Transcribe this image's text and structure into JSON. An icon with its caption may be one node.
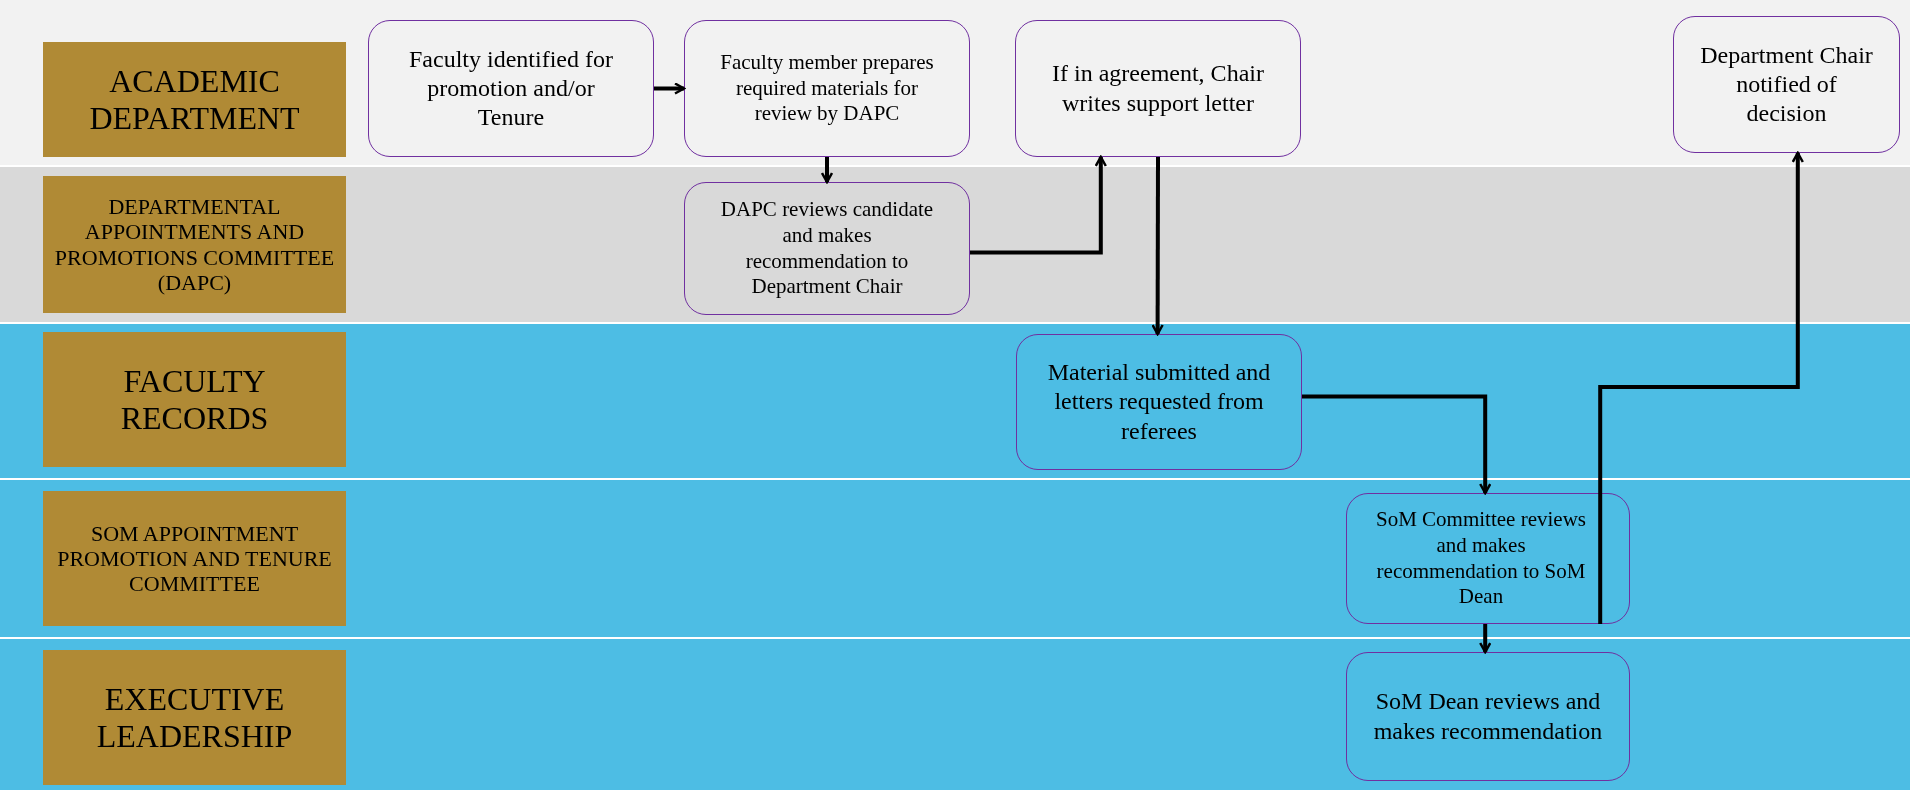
{
  "diagram": {
    "nodes": [
      {
        "text": [
          "ACADEMIC DEPARTMENT"
        ]
      },
      {
        "text": [
          "Faculty identified for promotion and/or Tenure"
        ],
        "in": 0
      },
      {
        "text": [
          "Faculty member prepares required materials for review by DAPC"
        ],
        "in": 0
      },
      {
        "text": [
          "If in agreement, Chair writes support letter"
        ],
        "in": 0
      },
      {
        "text": [
          "Department Chair notified of decision"
        ],
        "in": 0
      },
      {
        "text": [
          "DEPARTMENTAL APPOINTMENTS AND PROMOTIONS COMMITTEE (DAPC)"
        ]
      },
      {
        "text": [
          "DAPC reviews candidate and makes recommendation to Department Chair"
        ],
        "in": 5
      },
      {
        "text": [
          "FACULTY RECORDS"
        ]
      },
      {
        "text": [
          "Material submitted and letters requested from referees"
        ],
        "in": 7
      },
      {
        "text": [
          "SOM APPOINTMENT PROMOTION AND TENURE COMMITTEE"
        ]
      },
      {
        "text": [
          "SoM Committee reviews and makes recommendation to SoM Dean"
        ],
        "in": 9
      },
      {
        "text": [
          "EXECUTIVE LEADERSHIP"
        ]
      },
      {
        "text": [
          "SoM Dean reviews and makes recommendation"
        ],
        "in": 11
      }
    ],
    "edges": [
      {
        "from": 1,
        "to": 2,
        "arrow": "to"
      },
      {
        "from": 2,
        "to": 6,
        "arrow": "to"
      },
      {
        "from": 6,
        "to": 3,
        "arrow": "to"
      },
      {
        "from": 3,
        "to": 8,
        "arrow": "to"
      },
      {
        "from": 8,
        "to": 10,
        "arrow": "to"
      },
      {
        "from": 10,
        "to": 12,
        "arrow": "to"
      },
      {
        "from": 10,
        "to": 4,
        "arrow": "to"
      }
    ]
  }
}
